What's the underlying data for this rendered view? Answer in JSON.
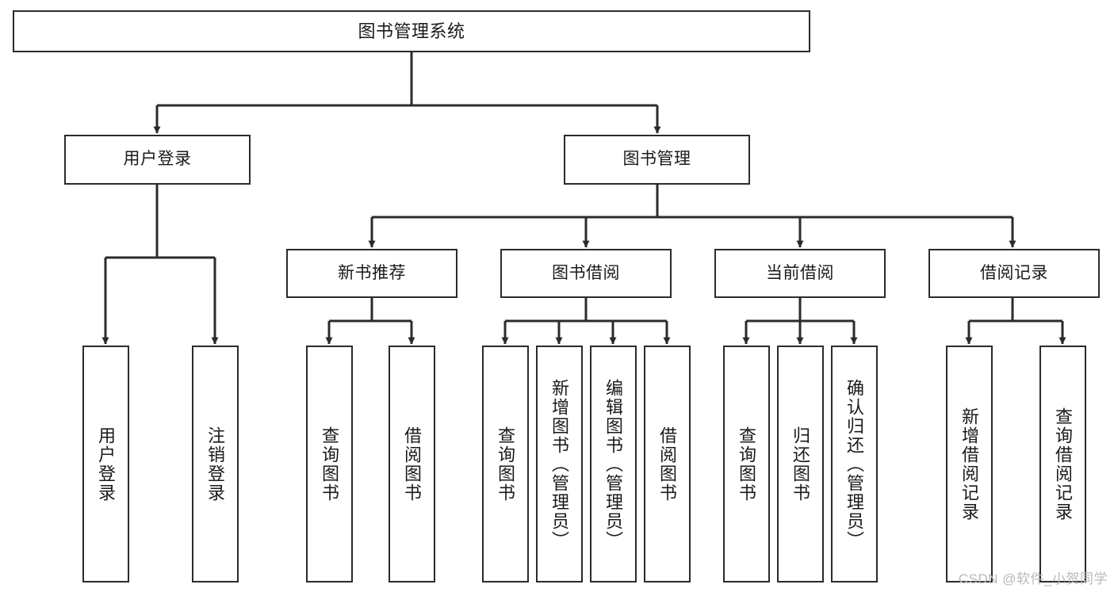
{
  "diagram": {
    "title": "图书管理系统",
    "type": "tree",
    "stroke_color": "#2b2b2b",
    "fill_color": "#ffffff",
    "text_color": "#1a1a1a",
    "nodes": {
      "root": {
        "label": "图书管理系统"
      },
      "level2": [
        {
          "id": "user-login",
          "label": "用户登录"
        },
        {
          "id": "book-management",
          "label": "图书管理"
        }
      ],
      "level3": [
        {
          "id": "new-book-recommend",
          "label": "新书推荐"
        },
        {
          "id": "book-borrow",
          "label": "图书借阅"
        },
        {
          "id": "current-borrow",
          "label": "当前借阅"
        },
        {
          "id": "borrow-record",
          "label": "借阅记录"
        }
      ],
      "leaves": {
        "user_login": [
          {
            "id": "leaf-user-login",
            "label": "用户登录"
          },
          {
            "id": "leaf-logout",
            "label": "注销登录"
          }
        ],
        "new_book_recommend": [
          {
            "id": "leaf-query-book-1",
            "label": "查询图书"
          },
          {
            "id": "leaf-borrow-book-1",
            "label": "借阅图书"
          }
        ],
        "book_borrow": [
          {
            "id": "leaf-query-book-2",
            "label": "查询图书"
          },
          {
            "id": "leaf-add-book",
            "label": "新增图书（管理员）"
          },
          {
            "id": "leaf-edit-book",
            "label": "编辑图书（管理员）"
          },
          {
            "id": "leaf-borrow-book-2",
            "label": "借阅图书"
          }
        ],
        "current_borrow": [
          {
            "id": "leaf-query-book-3",
            "label": "查询图书"
          },
          {
            "id": "leaf-return-book",
            "label": "归还图书"
          },
          {
            "id": "leaf-confirm-return",
            "label": "确认归还（管理员）"
          }
        ],
        "borrow_record": [
          {
            "id": "leaf-add-record",
            "label": "新增借阅记录"
          },
          {
            "id": "leaf-query-record",
            "label": "查询借阅记录"
          }
        ]
      }
    }
  },
  "watermark": {
    "text": "CSDN @软件_小贺同学"
  }
}
